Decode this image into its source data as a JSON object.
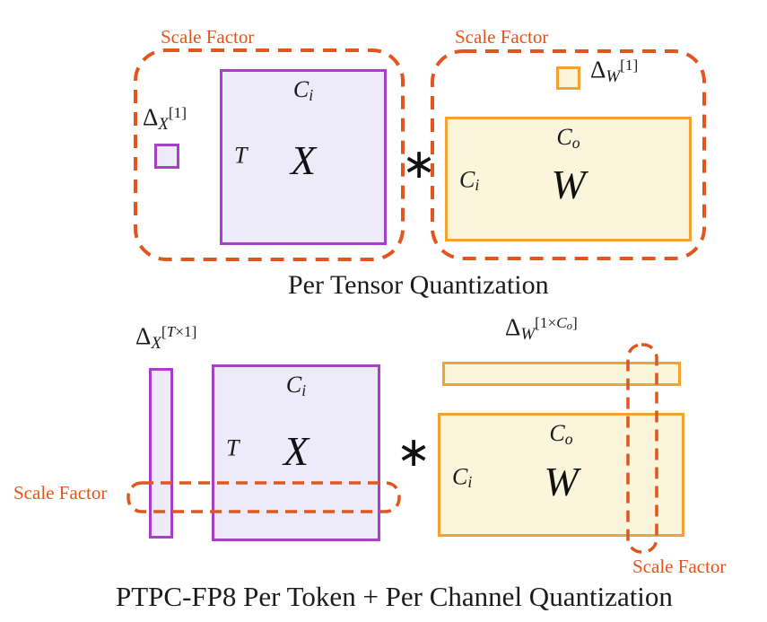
{
  "colors": {
    "purple_border": "#A640C8",
    "purple_fill": "#EDEAF9",
    "orange_border": "#F2A133",
    "orange_fill": "#FBF5DB",
    "dash_orange": "#E1561D",
    "text": "#1B1B1B"
  },
  "per_tensor": {
    "scale_factor_x_label": "Scale Factor",
    "scale_factor_w_label": "Scale Factor",
    "delta_x": {
      "base": "Δ",
      "sub": "X",
      "sup": "[1]"
    },
    "delta_w": {
      "base": "Δ",
      "sub": "W",
      "sup": "[1]"
    },
    "x_matrix": {
      "cols": "C",
      "cols_sub": "i",
      "rows": "T",
      "name": "X"
    },
    "w_matrix": {
      "cols": "C",
      "cols_sub": "o",
      "rows": "C",
      "rows_sub": "i",
      "name": "W"
    },
    "operator": "∗",
    "caption": "Per Tensor Quantization"
  },
  "ptpc": {
    "scale_factor_token_label": "Scale Factor",
    "scale_factor_channel_label": "Scale Factor",
    "delta_x": {
      "base": "Δ",
      "sub": "X",
      "sup_open": "[",
      "sup_var": "T",
      "sup_close": "×1]"
    },
    "delta_w": {
      "base": "Δ",
      "sub": "W",
      "sup_open": "[1×",
      "sup_var": "C",
      "sup_var_sub": "o",
      "sup_close": "]"
    },
    "x_matrix": {
      "cols": "C",
      "cols_sub": "i",
      "rows": "T",
      "name": "X"
    },
    "w_matrix": {
      "cols": "C",
      "cols_sub": "o",
      "rows": "C",
      "rows_sub": "i",
      "name": "W"
    },
    "operator": "∗",
    "caption": "PTPC-FP8 Per Token + Per Channel Quantization"
  }
}
